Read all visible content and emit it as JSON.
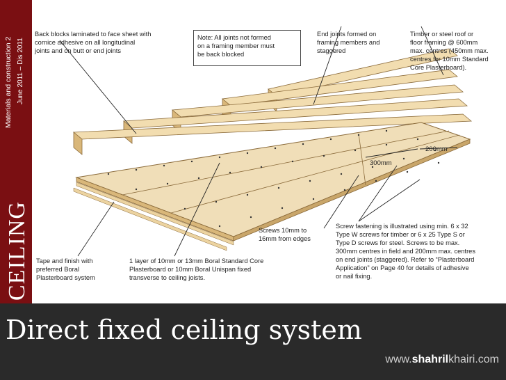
{
  "sidebar": {
    "course": "Materials and construction 2",
    "dates": "June 2011 – Dis 2011",
    "section": "CEILING"
  },
  "banner": {
    "title": "Direct fixed ceiling system",
    "url_prefix": "www.",
    "url_bold1": "shahril",
    "url_light": "khairi",
    "url_suffix": ".com"
  },
  "notes": {
    "back_blocks": "Back blocks laminated to face sheet with\ncornice adhesive on all longitudinal\njoints and on butt or end joints",
    "note_box": "Note: All joints not formed\non a framing member must\nbe back blocked",
    "end_joints": "End joints formed on\nframing members and\nstaggered",
    "framing": "Timber or steel roof or\nfloor framing @ 600mm\nmax. centres (450mm max.\ncentres for 10mm Standard\nCore Plasterboard).",
    "dim_200": "200mm",
    "dim_300": "300mm",
    "screws_edges": "Screws 10mm to\n16mm from edges",
    "screw_fastening": "Screw fastening is illustrated using min. 6 x 32\nType W screws for timber or 6 x 25 Type S or\nType D screws for steel. Screws to be max.\n300mm centres in field and 200mm max. centres\non end joints (staggered). Refer to “Plasterboard\nApplication” on Page 40 for details of adhesive\nor nail fixing.",
    "tape_finish": "Tape and finish with\npreferred  Boral\nPlasterboard system",
    "layer": "1 layer of 10mm or 13mm Boral Standard Core\nPlasterboard or 10mm Boral Unispan fixed\ntransverse to ceiling joists."
  }
}
